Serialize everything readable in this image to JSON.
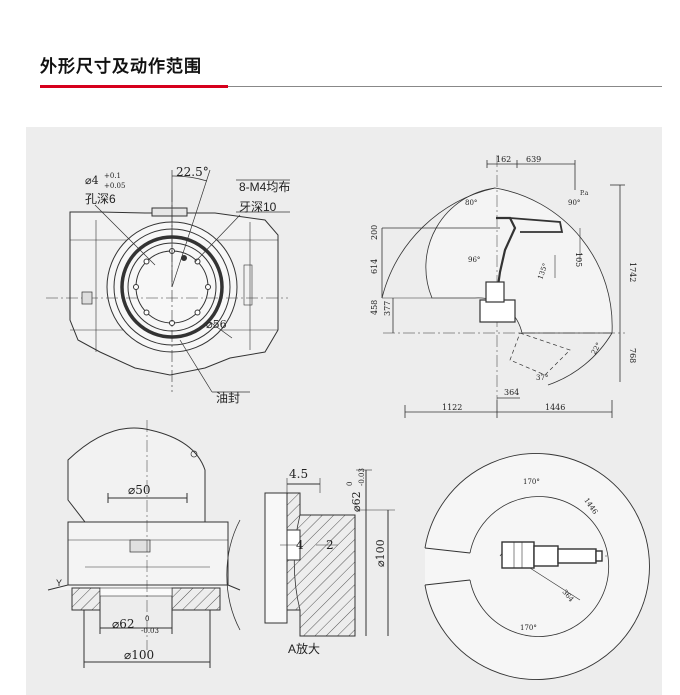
{
  "page": {
    "title": "外形尺寸及动作范围"
  },
  "colors": {
    "accent": "#d6001c",
    "panel": "#ededed",
    "line": "#333333"
  },
  "top_left": {
    "hole_dia": "⌀4",
    "tol_plus": "+0.1",
    "tol_minus": "+0.05",
    "hole_depth": "孔深6",
    "angle": "22.5°",
    "thread": "8-M4均布",
    "thread_depth": "牙深10",
    "pcd": "⌀56",
    "seal": "油封"
  },
  "top_right": {
    "dims": {
      "d162": "162",
      "d639": "639",
      "d200": "200",
      "d614": "614",
      "d458": "458",
      "d377": "377",
      "d1742": "1742",
      "d768": "768",
      "d1122": "1122",
      "d1446": "1446",
      "d364": "364",
      "d105": "105",
      "a80": "80°",
      "a90": "90°",
      "a96": "96°",
      "a135": "135°",
      "a22": "22°",
      "a37": "37°",
      "pa": "P.a"
    }
  },
  "bottom_left": {
    "d50": "⌀50",
    "d62": "⌀62",
    "d62_tol_top": "0",
    "d62_tol_bot": "-0.03",
    "d100": "⌀100",
    "marker": "Y"
  },
  "bottom_mid": {
    "d45": "4.5",
    "d4": "4",
    "d2": "2",
    "d62v": "⌀62",
    "d62v_tol_top": "0",
    "d62v_tol_bot": "-0.03",
    "d100v": "⌀100",
    "caption": "A放大"
  },
  "bottom_right": {
    "a170_top": "170°",
    "a170_bot": "170°",
    "r1446": "1446",
    "r364": "364"
  }
}
